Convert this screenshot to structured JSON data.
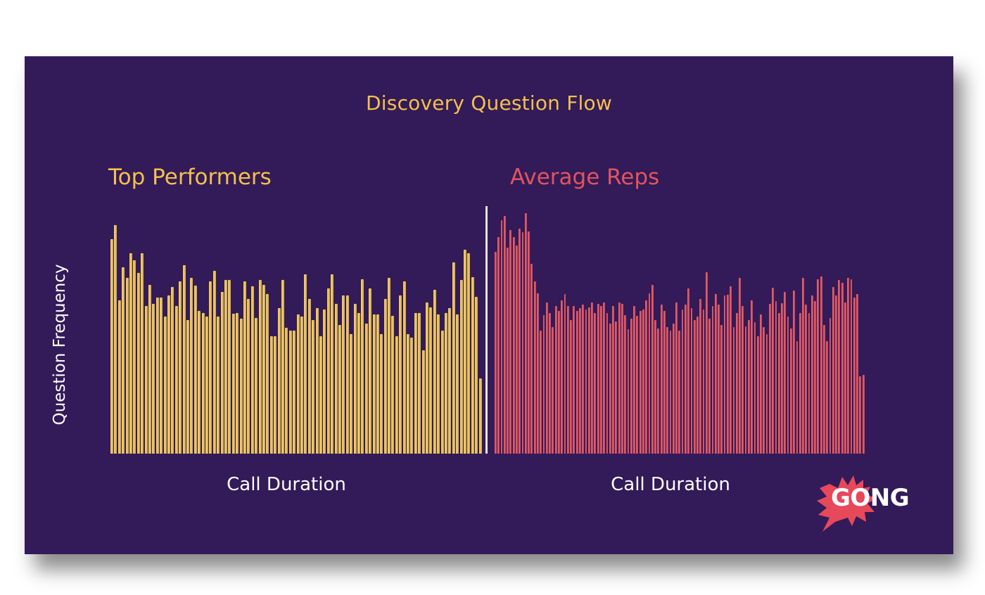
{
  "title": "Discovery Question Flow",
  "brand": {
    "logo_text": "GONG",
    "accent": "#e6495a"
  },
  "colors": {
    "background": "#331a58",
    "top_performers": "#f2c14e",
    "average_reps": "#e0555f",
    "separator": "#e8e2f2"
  },
  "panels": {
    "top": {
      "heading": "Top Performers",
      "xlabel": "Call Duration"
    },
    "avg": {
      "heading": "Average Reps",
      "xlabel": "Call Duration"
    }
  },
  "ylabel": "Question Frequency",
  "chart_data": [
    {
      "type": "bar",
      "title": "Top Performers",
      "xlabel": "Call Duration",
      "ylabel": "Question Frequency",
      "ylim": [
        0,
        330
      ],
      "grid": false,
      "note": "Relative bar heights in px above baseline (no axis ticks shown)",
      "values": [
        305,
        325,
        218,
        265,
        250,
        285,
        275,
        257,
        285,
        210,
        240,
        213,
        222,
        222,
        195,
        225,
        237,
        210,
        245,
        268,
        190,
        250,
        239,
        203,
        200,
        195,
        245,
        260,
        195,
        230,
        247,
        247,
        199,
        200,
        192,
        245,
        220,
        238,
        193,
        247,
        240,
        227,
        167,
        167,
        207,
        247,
        179,
        175,
        175,
        198,
        195,
        255,
        220,
        190,
        207,
        167,
        205,
        235,
        255,
        213,
        183,
        225,
        225,
        170,
        213,
        200,
        248,
        185,
        235,
        198,
        198,
        170,
        220,
        250,
        196,
        167,
        225,
        245,
        170,
        165,
        200,
        200,
        147,
        215,
        208,
        233,
        198,
        175,
        200,
        207,
        272,
        198,
        247,
        290,
        285,
        251,
        223,
        107
      ]
    },
    {
      "type": "bar",
      "title": "Average Reps",
      "xlabel": "Call Duration",
      "ylabel": "Question Frequency",
      "ylim": [
        0,
        330
      ],
      "grid": false,
      "note": "Relative bar heights in px above baseline (no axis ticks shown)",
      "values": [
        287,
        308,
        332,
        338,
        293,
        318,
        308,
        296,
        320,
        315,
        342,
        316,
        270,
        245,
        228,
        175,
        197,
        215,
        200,
        180,
        210,
        203,
        218,
        227,
        210,
        190,
        210,
        203,
        207,
        212,
        205,
        208,
        215,
        200,
        213,
        210,
        215,
        200,
        185,
        210,
        188,
        215,
        213,
        197,
        177,
        192,
        210,
        196,
        203,
        205,
        218,
        228,
        240,
        190,
        178,
        212,
        203,
        180,
        175,
        185,
        215,
        175,
        205,
        212,
        235,
        207,
        190,
        195,
        220,
        205,
        258,
        192,
        210,
        227,
        212,
        183,
        225,
        226,
        238,
        180,
        200,
        250,
        210,
        181,
        190,
        218,
        187,
        167,
        198,
        180,
        170,
        213,
        236,
        217,
        200,
        214,
        230,
        195,
        178,
        232,
        160,
        200,
        250,
        212,
        200,
        225,
        217,
        248,
        252,
        183,
        160,
        193,
        237,
        225,
        247,
        243,
        215,
        250,
        248,
        222,
        227,
        110,
        112
      ]
    }
  ]
}
